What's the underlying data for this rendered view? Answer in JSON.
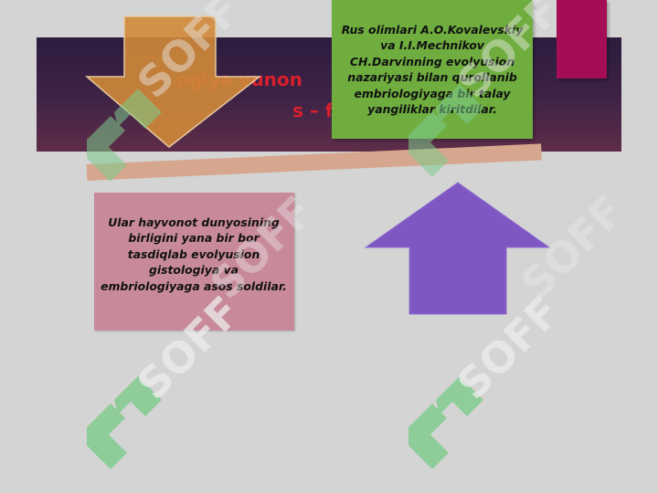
{
  "slide": {
    "title_line1": "ogiya yunon",
    "title_line1_tail": "a,",
    "title_line2": "s – fan, ta",
    "green_box_text": "Rus olimlari A.O.Kovalevskiy va I.I.Mechnikov CH.Darvinning evolyusion nazariyasi bilan qurollanib embriologiyaga bir talay yangiliklar kiritdilar.",
    "pink_box_text": "Ular hayvonot dunyosining birligini yana bir bor tasdiqlab evolyusion gistologiya va embriologiyaga asos soldilar."
  },
  "watermark": {
    "text": "SOFF"
  },
  "colors": {
    "title_band": "#3a2244",
    "title_text": "#d8202c",
    "green_box": "#6fad3f",
    "pink_box": "#c88a9b",
    "orange_arrow": "#d08a3a",
    "purple_arrow": "#7e57c2",
    "magenta_tab": "#a50e56",
    "tilt_bar": "#d6a78e",
    "watermark": "#7dcc8c"
  },
  "icons": {
    "down_arrow": "down-arrow-icon",
    "up_arrow": "up-arrow-icon",
    "watermark_logo": "soff-logo-icon"
  }
}
